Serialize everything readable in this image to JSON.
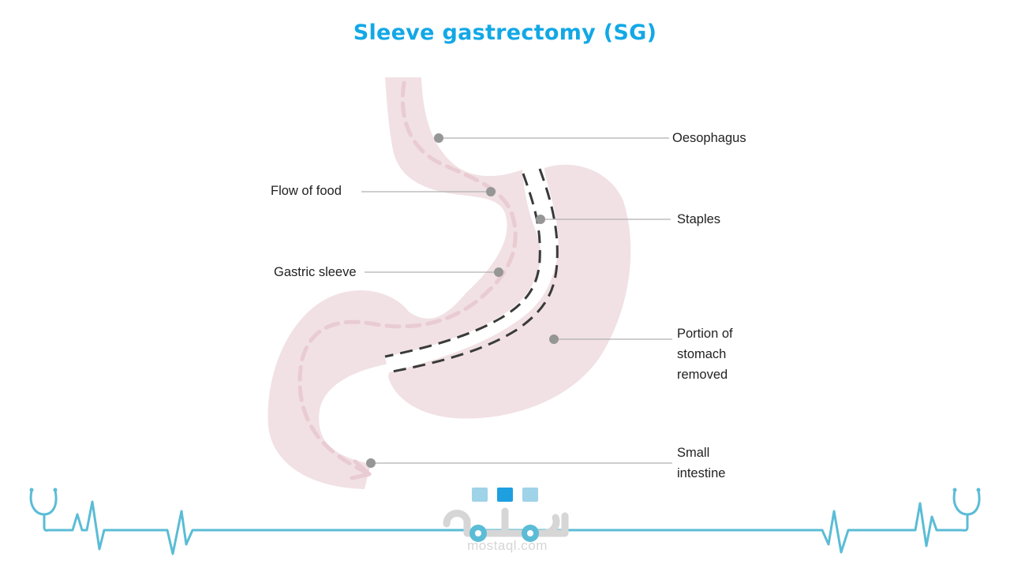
{
  "title": "Sleeve gastrectomy (SG)",
  "colors": {
    "title": "#12a8e6",
    "stomach": "#f1e1e4",
    "flow_arrow": "#e9cbd2",
    "staples": "#3a3a3a",
    "leader_line": "#b0b0b0",
    "dot": "#969696",
    "heartbeat": "#5bbcd6",
    "logo_light": "#9fd3e8",
    "logo_dark": "#1d9fe0",
    "logo_text": "#d6d6d6"
  },
  "labels": {
    "oesophagus": "Oesophagus",
    "flow_of_food": "Flow of food",
    "staples": "Staples",
    "gastric_sleeve": "Gastric sleeve",
    "portion_removed": "Portion of\nstomach\nremoved",
    "small_intestine": "Small\nintestine"
  },
  "footer": {
    "logo_text": "mostaql.com",
    "left_icon": "stethoscope-icon",
    "right_icon": "stethoscope-icon"
  }
}
